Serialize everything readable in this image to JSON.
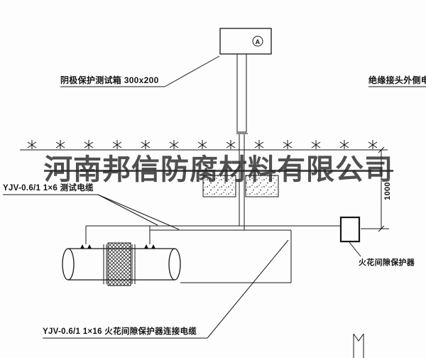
{
  "watermark": {
    "text": "河南邦信防腐材料有限公司"
  },
  "test_box": {
    "label": "阴极保护测试箱 300x200",
    "terminal": "A"
  },
  "cables": {
    "insulated_joint_outer": "绝缘接头外侧电缆",
    "test_cable": "YJV-0.6/1  1×6   测试电缆",
    "spark_gap_cable": "YJV-0.6/1  1×16   火花间隙保护器连接电缆"
  },
  "spark_gap": {
    "label": "火花间隙保护器"
  },
  "dimension": {
    "value": "1000"
  },
  "colors": {
    "line": "#161616",
    "watermark": "rgba(42,42,42,0.82)"
  }
}
